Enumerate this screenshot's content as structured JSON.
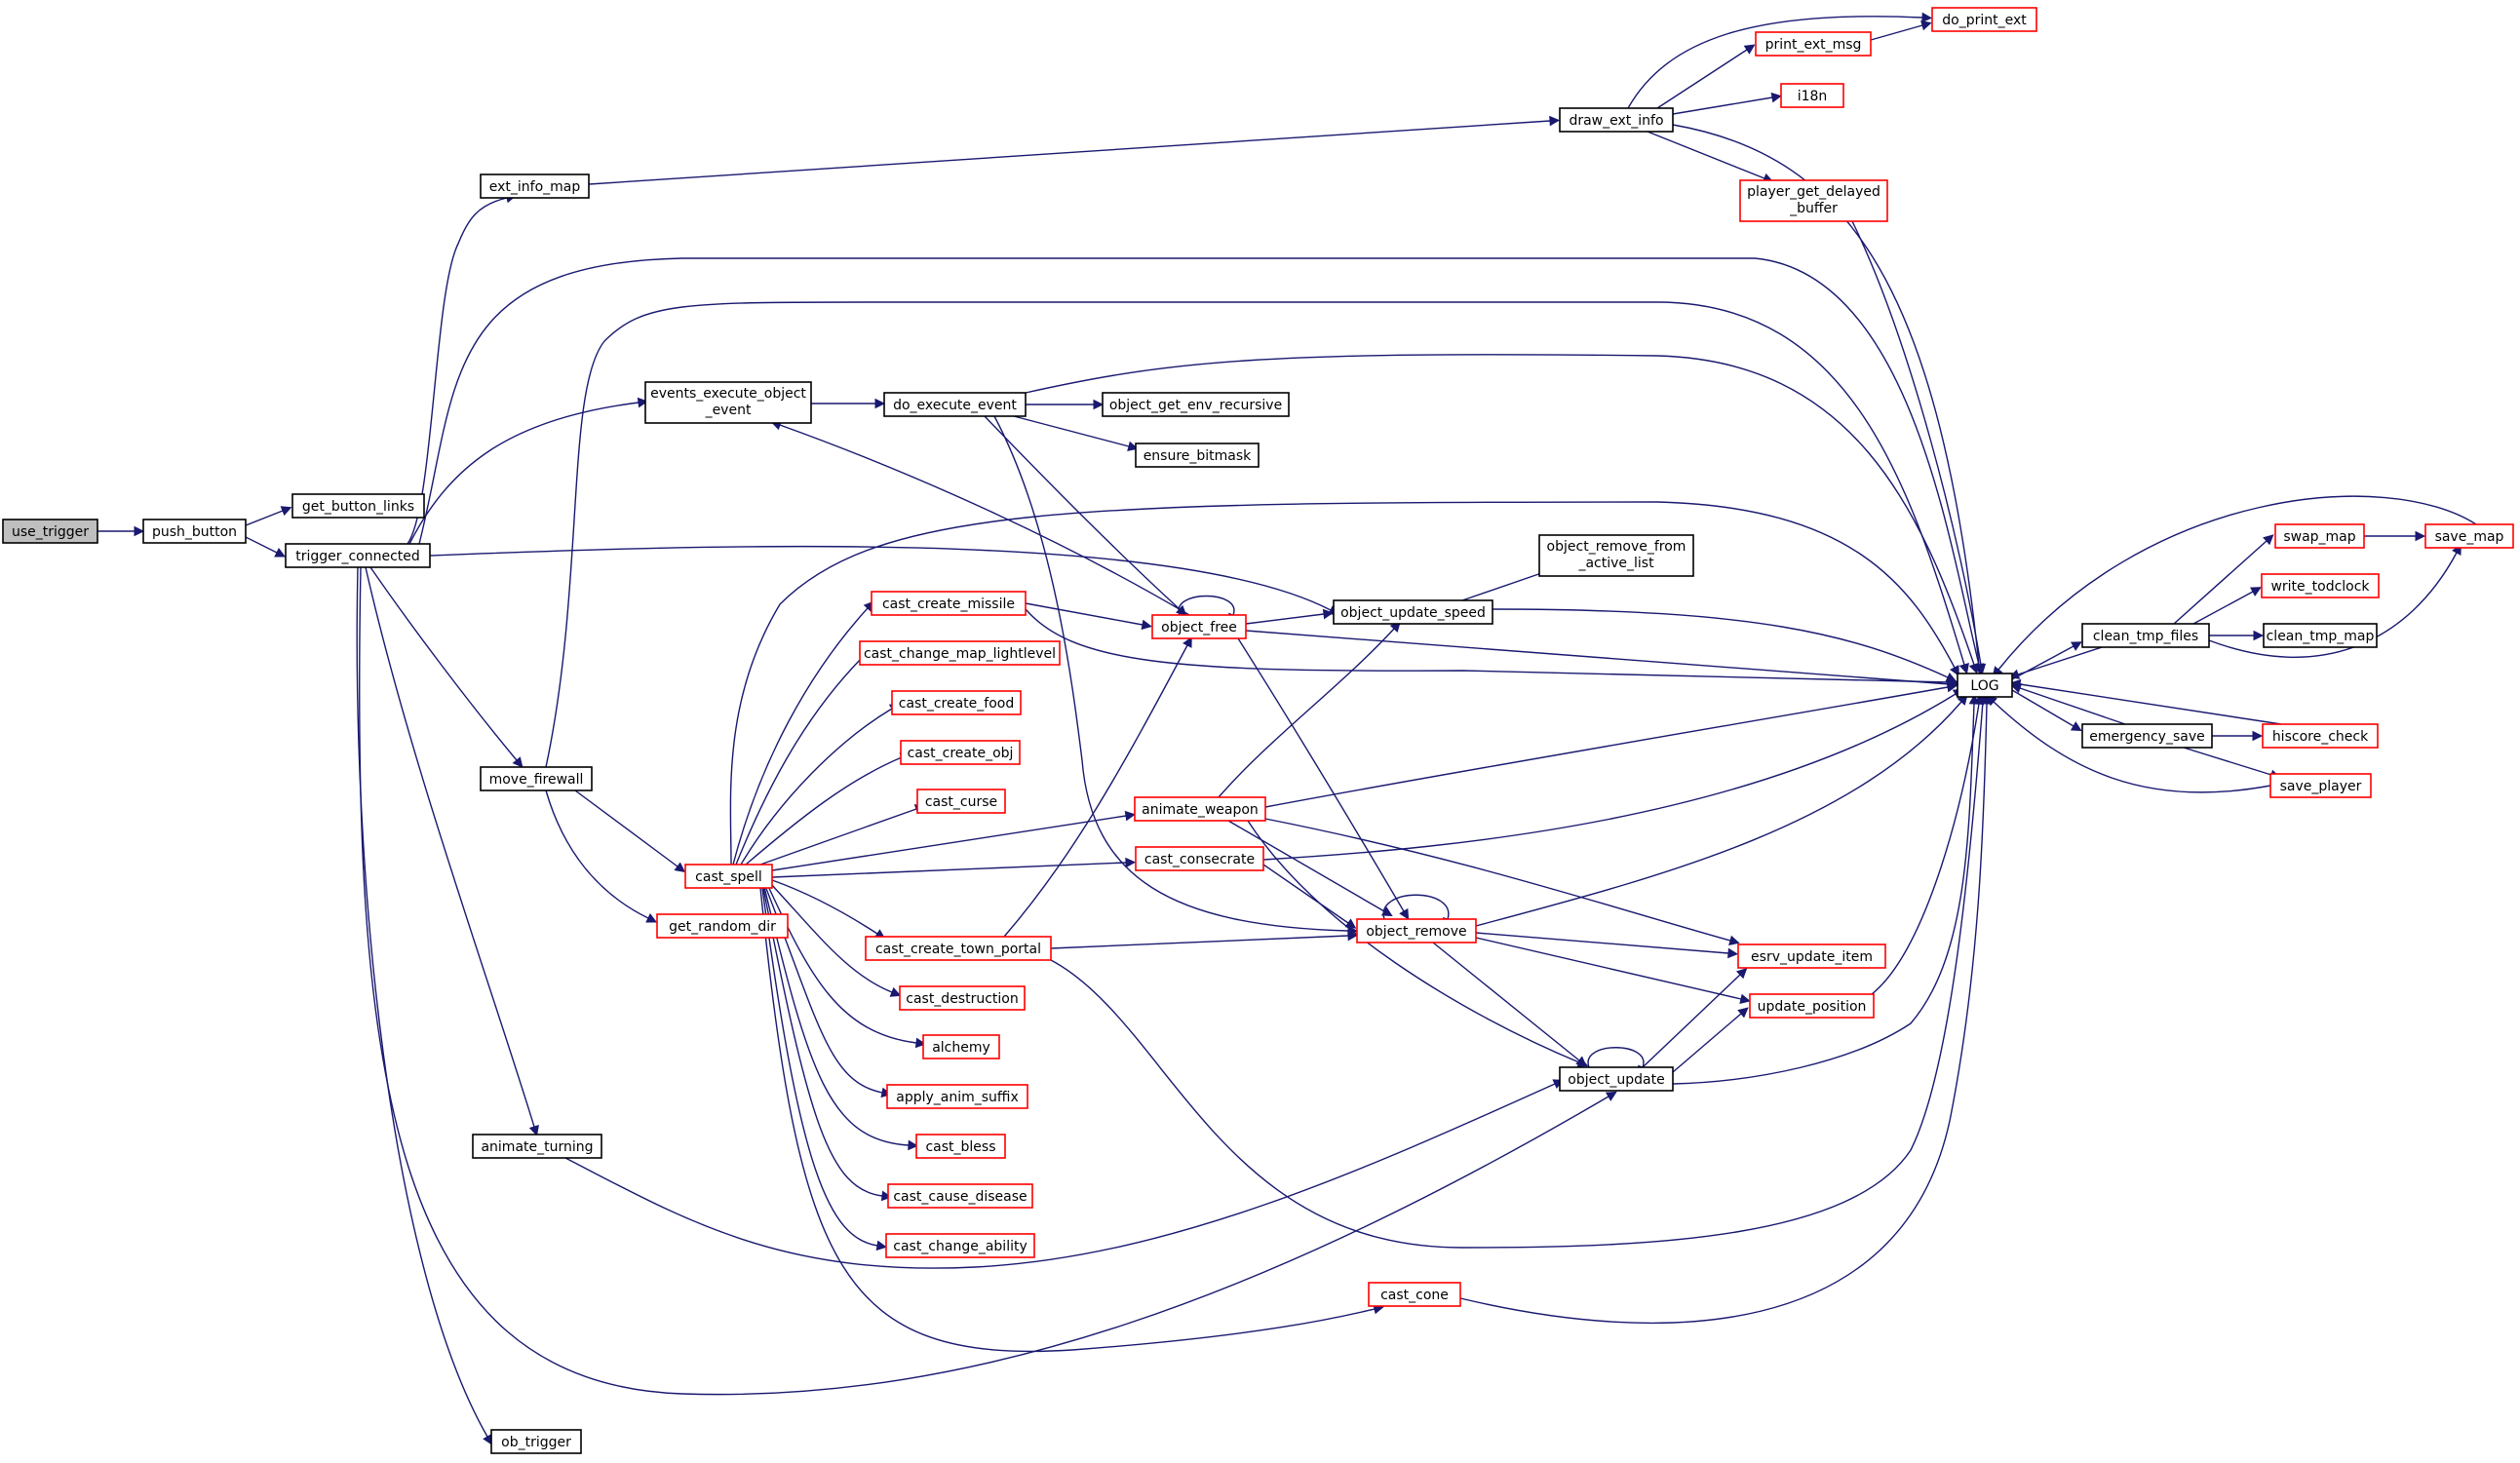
{
  "colors": {
    "edge": "#191970",
    "node_border_normal": "#000000",
    "node_border_truncated": "#ff0000",
    "root_fill": "#bfbfbf"
  },
  "nodes": {
    "use_trigger": "use_trigger",
    "push_button": "push_button",
    "get_button_links": "get_button_links",
    "trigger_connected": "trigger_connected",
    "ext_info_map": "ext_info_map",
    "events_execute_object_event": [
      "events_execute_object",
      "_event"
    ],
    "do_execute_event": "do_execute_event",
    "object_get_env_recursive": "object_get_env_recursive",
    "ensure_bitmask": "ensure_bitmask",
    "draw_ext_info": "draw_ext_info",
    "print_ext_msg": "print_ext_msg",
    "do_print_ext": "do_print_ext",
    "i18n": "i18n",
    "player_get_delayed_buffer": [
      "player_get_delayed",
      "_buffer"
    ],
    "LOG": "LOG",
    "object_remove_from_active_list": [
      "object_remove_from",
      "_active_list"
    ],
    "object_update_speed": "object_update_speed",
    "object_free": "object_free",
    "cast_create_missile": "cast_create_missile",
    "cast_change_map_lightlevel": "cast_change_map_lightlevel",
    "cast_create_food": "cast_create_food",
    "cast_create_obj": "cast_create_obj",
    "cast_curse": "cast_curse",
    "move_firewall": "move_firewall",
    "cast_spell": "cast_spell",
    "get_random_dir": "get_random_dir",
    "animate_weapon": "animate_weapon",
    "cast_consecrate": "cast_consecrate",
    "object_remove": "object_remove",
    "cast_create_town_portal": "cast_create_town_portal",
    "cast_destruction": "cast_destruction",
    "alchemy": "alchemy",
    "apply_anim_suffix": "apply_anim_suffix",
    "cast_bless": "cast_bless",
    "cast_cause_disease": "cast_cause_disease",
    "cast_change_ability": "cast_change_ability",
    "cast_cone": "cast_cone",
    "animate_turning": "animate_turning",
    "ob_trigger": "ob_trigger",
    "esrv_update_item": "esrv_update_item",
    "update_position": "update_position",
    "object_update": "object_update",
    "clean_tmp_files": "clean_tmp_files",
    "swap_map": "swap_map",
    "save_map": "save_map",
    "write_todclock": "write_todclock",
    "clean_tmp_map": "clean_tmp_map",
    "emergency_save": "emergency_save",
    "hiscore_check": "hiscore_check",
    "save_player": "save_player"
  }
}
